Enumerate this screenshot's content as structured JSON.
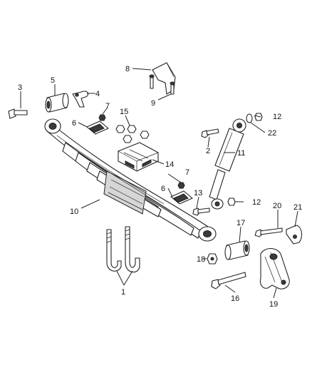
{
  "callouts": [
    "1",
    "2",
    "3",
    "4",
    "5",
    "6",
    "6",
    "7",
    "7",
    "8",
    "9",
    "10",
    "11",
    "12",
    "12",
    "13",
    "14",
    "15",
    "16",
    "17",
    "18",
    "19",
    "20",
    "21",
    "22"
  ],
  "colors": {
    "line": "#222222",
    "shade": "#3a3a3a",
    "background": "#ffffff"
  }
}
